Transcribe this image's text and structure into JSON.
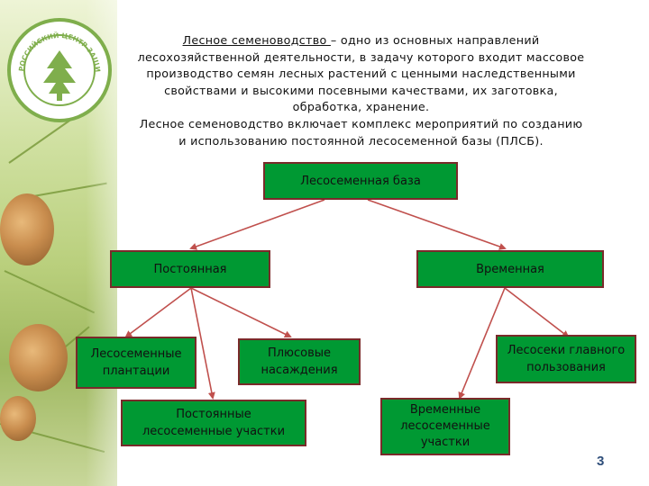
{
  "logo": {
    "ring_text": "РОССИЙСКИЙ ЦЕНТР ЗАЩИТЫ ЛЕСА",
    "color": "#7fae4c"
  },
  "intro": {
    "term1": "Лесное семеноводство ",
    "line1_rest": "– одно из основных направлений",
    "line2": "лесохозяйственной деятельности, в задачу которого входит массовое",
    "line3": "производство семян лесных растений с ценными наследственными",
    "line4": "свойствами и высокими посевными качествами, их заготовка,",
    "line5": "обработка, хранение.",
    "line6": "Лесное семеноводство включает комплекс мероприятий по созданию",
    "line7": "и использованию постоянной лесосеменной базы (ПЛСБ)."
  },
  "diagram": {
    "root": "Лесосеменная база",
    "permanent": "Постоянная",
    "temporary": "Временная",
    "plantations_l1": "Лесосеменные",
    "plantations_l2": "плантации",
    "plus_l1": "Плюсовые",
    "plus_l2": "насаждения",
    "perm_sites_l1": "Постоянные",
    "perm_sites_l2": "лесосеменные участки",
    "cuttings_l1": "Лесосеки главного",
    "cuttings_l2": "пользования",
    "temp_sites_l1": "Временные",
    "temp_sites_l2": "лесосеменные",
    "temp_sites_l3": "участки",
    "node_color": "#009933",
    "border_color": "#7a2a2a",
    "arrow_color": "#c0504d"
  },
  "page_number": "3"
}
